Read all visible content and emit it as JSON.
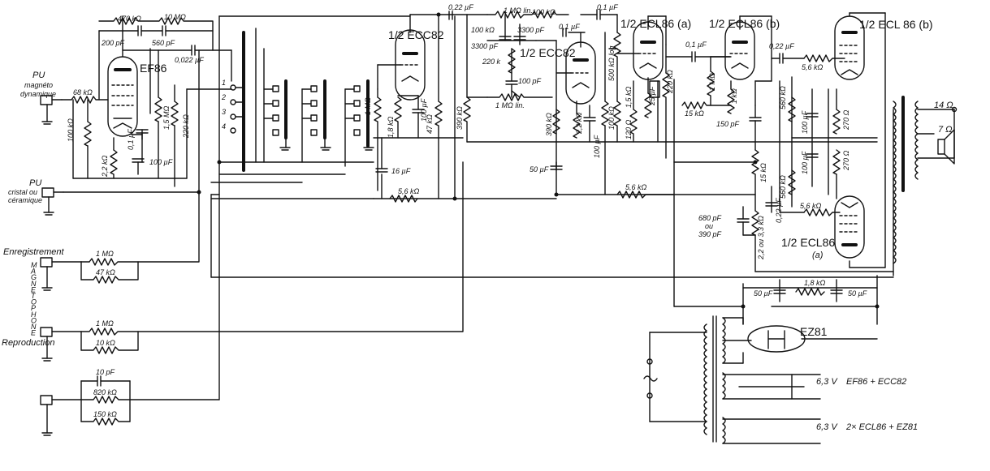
{
  "inputs": {
    "pu_magneto": [
      "PU",
      "magnéto",
      "dynamique"
    ],
    "pu_cristal": [
      "PU",
      "cristal ou",
      "céramique"
    ],
    "enregistrement": "Enregistrement",
    "magnetophone": [
      "M",
      "A",
      "G",
      "N",
      "E",
      "T",
      "O",
      "P",
      "H",
      "O",
      "N",
      "E"
    ],
    "reproduction": "Reproduction"
  },
  "tubes": {
    "ef86": "EF86",
    "ecc82_a": "1/2 ECC82",
    "ecc82_b": "1/2 ECC82",
    "ecl86_a_top": "1/2 ECL86 (a)",
    "ecl86_b_top": "1/2 ECL86 (b)",
    "ecl86_top_right": "1/2 ECL 86 (b)",
    "ecl86_bottom": "1/2 ECL86",
    "ecl86_bottom_sub": "(a)",
    "ez81": "EZ81"
  },
  "switch_positions": [
    "1",
    "2",
    "3",
    "4"
  ],
  "components": {
    "r_470k": "470 kΩ",
    "r_10M": "10 MΩ",
    "c_200p": "200 pF",
    "c_560p": "560 pF",
    "r_68k": "68 kΩ",
    "c_0022_a": "0,022 µF",
    "r_100k_a": "100 kΩ",
    "r_22k": "2,2 kΩ",
    "c_01_a": "0,1 µF",
    "c_100u_a": "100 µF",
    "r_15M": "1,5 MΩ",
    "r_220k_a": "220 kΩ",
    "r_1M_a": "1 MΩ",
    "r_18k": "1,8 kΩ",
    "c_100u_b": "100 µF",
    "r_47k": "47 kΩ",
    "c_16u": "16 µF",
    "r_56k_a": "5,6 kΩ",
    "c_022_b": "0,22 µF",
    "r_1M_lin": "1 MΩ lin.",
    "r_100k_b": "100 kΩ",
    "r_100k_c": "100 kΩ",
    "c_3300p_a": "3300 pF",
    "c_3300p_b": "3300 pF",
    "r_220k_b": "220 k",
    "c_100p": "100 pF",
    "r_1M_lin_b": "1 MΩ lin.",
    "r_390k_a": "390 kΩ",
    "r_390k_b": "390 kΩ",
    "c_01_b": "0,1 µF",
    "r_22k_b": "2,2 kΩ",
    "c_50u_a": "50 µF",
    "c_100u_c": "100 µF",
    "r_500k_log": "500 kΩ log",
    "r_100k_d": "100 kΩ",
    "r_56k_b": "5,6 kΩ",
    "c_01_c": "0,1 µF",
    "c_01_d": "0,1 µF",
    "r_15k": "1,5 kΩ",
    "r_120": "120 Ω",
    "c_25u": "25 µF",
    "r_220k_c": "220 kΩ",
    "r_1M_b": "1 MΩ",
    "r_1k": "1 kΩ",
    "r_15k_b": "15 kΩ",
    "c_150p": "150 pF",
    "r_15k_c": "15 kΩ",
    "c_022_c": "0,22 µF",
    "c_022_d": "0,22 µF",
    "r_56k_c": "5,6 kΩ",
    "r_56k_d": "5,6 kΩ",
    "r_560k_a": "560 kΩ",
    "r_560k_b": "560 kΩ",
    "c_100u_d": "100 µF",
    "c_100u_e": "100 µF",
    "r_270_a": "270 Ω",
    "r_270_b": "270 Ω",
    "c_680_390": [
      "680 pF",
      "ou",
      "390 pF"
    ],
    "r_22_33": "2,2 ou 3,3 kΩ",
    "c_50u_b": "50 µF",
    "c_50u_c": "50 µF",
    "r_18k_b": "1,8 kΩ",
    "r_1M_rec": "1 MΩ",
    "r_47k_rec": "47 kΩ",
    "r_1M_rep": "1 MΩ",
    "r_10k_rep": "10 kΩ",
    "c_10p": "10 pF",
    "r_820k": "820 kΩ",
    "r_150k": "150 kΩ",
    "out_14": "14 Ω",
    "out_7": "7 Ω"
  },
  "heaters": {
    "v1": "6,3 V",
    "t1": "EF86 + ECC82",
    "v2": "6,3 V",
    "t2": "2× ECL86 + EZ81"
  }
}
